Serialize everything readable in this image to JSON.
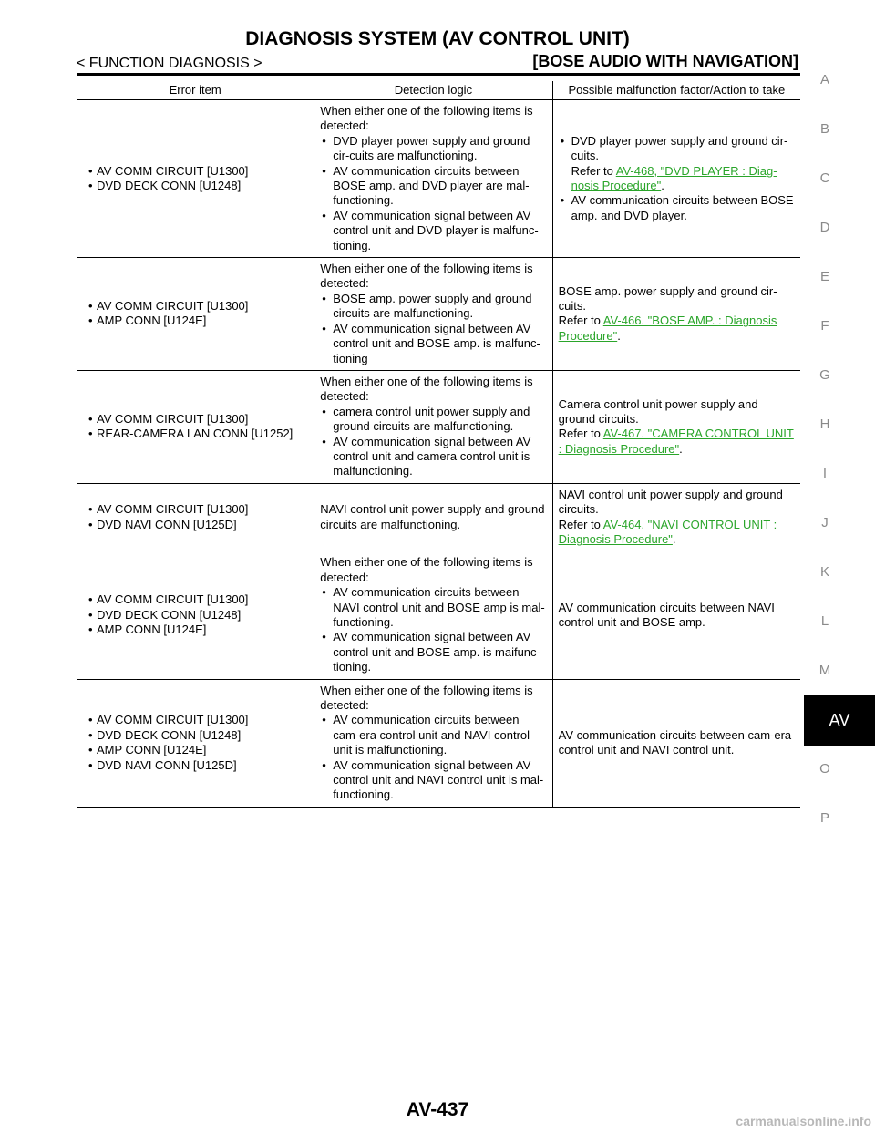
{
  "header": {
    "title": "DIAGNOSIS SYSTEM (AV CONTROL UNIT)",
    "left": "< FUNCTION DIAGNOSIS >",
    "right": "[BOSE AUDIO WITH NAVIGATION]"
  },
  "side_index": {
    "items": [
      "A",
      "B",
      "C",
      "D",
      "E",
      "F",
      "G",
      "H",
      "I",
      "J",
      "K",
      "L",
      "M",
      "AV",
      "O",
      "P"
    ],
    "active": "AV"
  },
  "table": {
    "columns": [
      "Error item",
      "Detection logic",
      "Possible malfunction factor/Action to take"
    ],
    "rows": [
      {
        "errors": [
          "AV COMM CIRCUIT [U1300]",
          "DVD DECK CONN [U1248]"
        ],
        "logic_intro": "When either one of the following items is detected:",
        "logic_items": [
          "DVD player power supply and ground cir-cuits are malfunctioning.",
          "AV communication circuits between BOSE amp. and DVD player are mal-functioning.",
          "AV communication signal between AV control unit and DVD player is malfunc-tioning."
        ],
        "action_item1": "DVD player power supply and ground cir-cuits.",
        "action_refer": "Refer to ",
        "action_link": "AV-468, \"DVD PLAYER : Diag-nosis Procedure\"",
        "action_end": ".",
        "action_item2": "AV communication circuits between BOSE amp. and DVD player."
      },
      {
        "errors": [
          "AV COMM CIRCUIT [U1300]",
          "AMP CONN [U124E]"
        ],
        "logic_intro": "When either one of the following items is detected:",
        "logic_items": [
          "BOSE amp. power supply and ground circuits are malfunctioning.",
          "AV communication signal between AV control unit and BOSE amp. is malfunc-tioning"
        ],
        "action_text": "BOSE amp. power supply and ground cir-cuits.",
        "action_refer": "Refer to ",
        "action_link": "AV-466, \"BOSE AMP. : Diagnosis Procedure\"",
        "action_end": "."
      },
      {
        "errors": [
          "AV COMM CIRCUIT [U1300]",
          "REAR-CAMERA LAN CONN [U1252]"
        ],
        "logic_intro": "When either one of the following items is detected:",
        "logic_items": [
          "camera control unit power supply and ground circuits are malfunctioning.",
          "AV communication signal between AV control unit and camera control unit is malfunctioning."
        ],
        "action_text": "Camera control unit power supply and ground circuits.",
        "action_refer": "Refer to ",
        "action_link": "AV-467, \"CAMERA CONTROL UNIT : Diagnosis Procedure\"",
        "action_end": "."
      },
      {
        "errors": [
          "AV COMM CIRCUIT [U1300]",
          "DVD NAVI CONN [U125D]"
        ],
        "logic_text": "NAVI control unit power supply and ground circuits are malfunctioning.",
        "action_text": "NAVI control unit power supply and ground circuits.",
        "action_refer": "Refer to ",
        "action_link": "AV-464, \"NAVI CONTROL UNIT : Diagnosis Procedure\"",
        "action_end": "."
      },
      {
        "errors": [
          "AV COMM CIRCUIT [U1300]",
          "DVD DECK CONN [U1248]",
          "AMP CONN [U124E]"
        ],
        "logic_intro": "When either one of the following items is detected:",
        "logic_items": [
          "AV communication circuits between NAVI control unit and BOSE amp is mal-functioning.",
          "AV communication signal between AV control unit and BOSE amp. is maifunc-tioning."
        ],
        "action_text": "AV communication circuits between NAVI control unit and BOSE amp."
      },
      {
        "errors": [
          "AV COMM CIRCUIT [U1300]",
          "DVD DECK CONN [U1248]",
          "AMP CONN [U124E]",
          "DVD NAVI CONN [U125D]"
        ],
        "logic_intro": "When either one of the following items is detected:",
        "logic_items": [
          "AV communication circuits between cam-era control unit and NAVI control unit is malfunctioning.",
          "AV communication signal between AV control unit and NAVI control unit is mal-functioning."
        ],
        "action_text": "AV communication circuits between cam-era control unit and NAVI control unit."
      }
    ]
  },
  "footer": {
    "page_number": "AV-437",
    "watermark": "carmanualsonline.info"
  }
}
